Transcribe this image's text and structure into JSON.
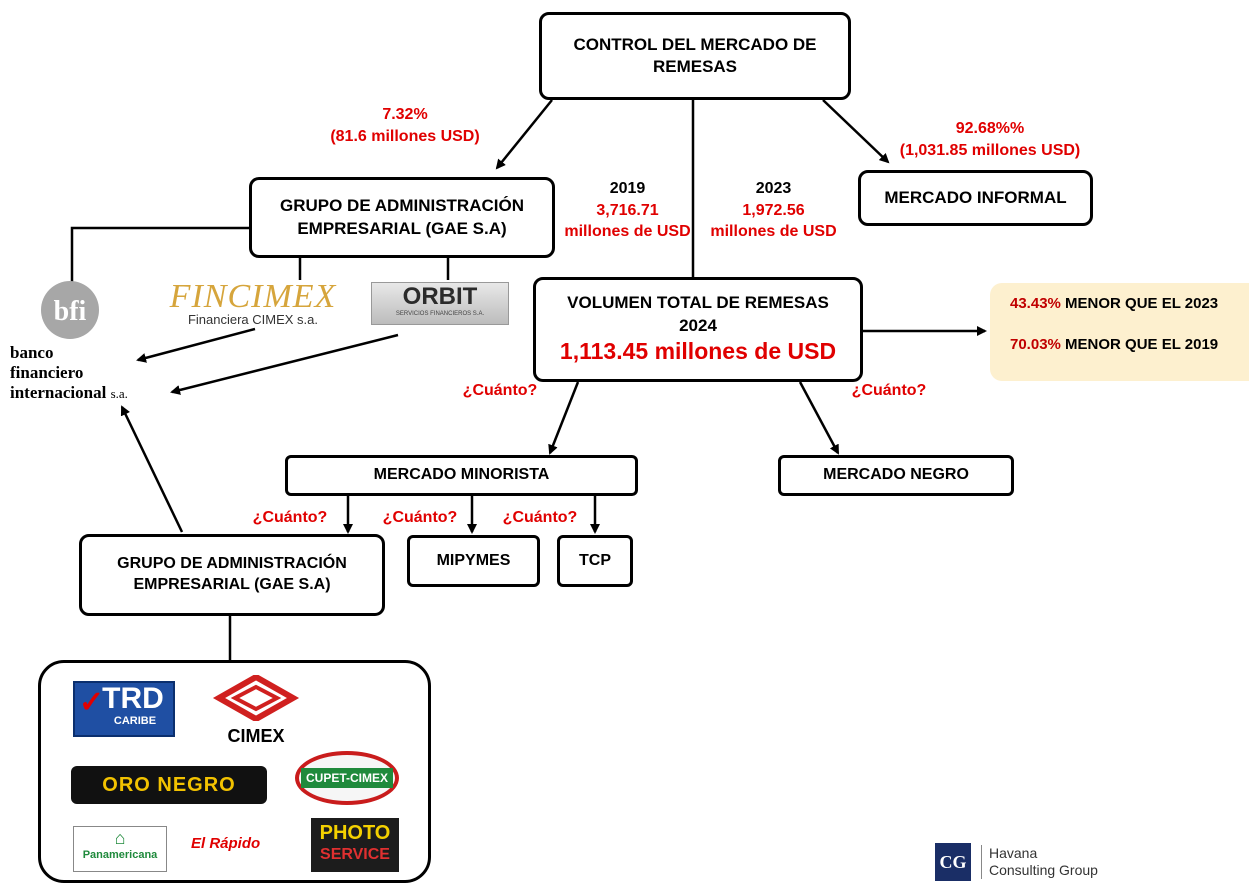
{
  "top": {
    "title": "CONTROL DEL MERCADO DE REMESAS"
  },
  "left_flow": {
    "percent": "7.32%",
    "amount": "(81.6 millones USD)"
  },
  "right_flow": {
    "percent": "92.68%%",
    "amount": "(1,031.85 millones USD)"
  },
  "gae_top": {
    "title": "GRUPO DE ADMINISTRACIÓN EMPRESARIAL (GAE S.A)"
  },
  "informal": {
    "title": "MERCADO INFORMAL"
  },
  "y2019": {
    "year": "2019",
    "value": "3,716.71",
    "unit": "millones de USD"
  },
  "y2023": {
    "year": "2023",
    "value": "1,972.56",
    "unit": "millones de USD"
  },
  "volumen": {
    "title": "VOLUMEN TOTAL DE  REMESAS",
    "year": "2024",
    "value": "1,113.45 millones de USD"
  },
  "comparison": [
    {
      "pct": "43.43%",
      "text": " MENOR QUE EL 2023"
    },
    {
      "pct": "70.03%",
      "text": " MENOR QUE EL 2019"
    }
  ],
  "question": "¿Cuánto?",
  "minorista": {
    "title": "MERCADO MINORISTA"
  },
  "negro": {
    "title": "MERCADO NEGRO"
  },
  "gae_bottom": {
    "title": "GRUPO DE ADMINISTRACIÓN EMPRESARIAL (GAE S.A)"
  },
  "mipymes": {
    "title": "MIPYMES"
  },
  "tcp": {
    "title": "TCP"
  },
  "bank": {
    "name_l1": "banco",
    "name_l2": "financiero",
    "name_l3": "internacional",
    "suffix": "s.a."
  },
  "fincimex": {
    "name": "FINCIMEX",
    "sub": "Financiera CIMEX s.a."
  },
  "orbit": {
    "name": "ORBIT",
    "sub": "SERVICIOS FINANCIEROS S.A."
  },
  "brands": {
    "trd": "TRD",
    "trd_sub": "CARIBE",
    "cimex": "CIMEX",
    "oro": "ORO NEGRO",
    "cupet": "CUPET-CIMEX",
    "panam": "Panamericana",
    "rapido": "El Rápido",
    "photo1": "PHOTO",
    "photo2": "SERVICE"
  },
  "footer": {
    "line1": "Havana",
    "line2": "Consulting Group",
    "mono": "CG"
  },
  "colors": {
    "accent_red": "#e00000",
    "highlight_bg": "#fdf0cf"
  }
}
